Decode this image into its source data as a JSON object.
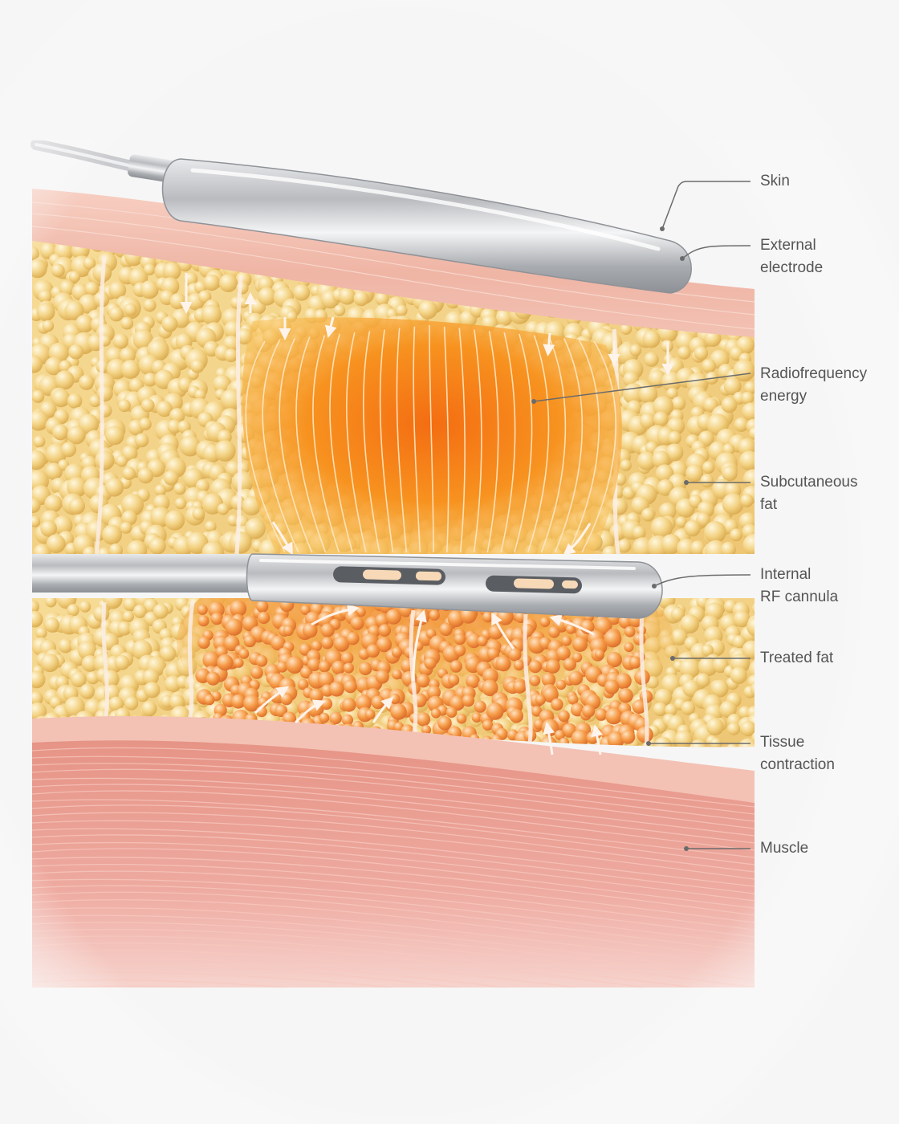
{
  "colors": {
    "background": "#f6f6f6",
    "skin": "#f0b6a6",
    "fat": "#f3d68a",
    "rf_energy": "#f7871c",
    "muscle": "#e59a8e",
    "metal": "#c4c6c9",
    "label_text": "#555555",
    "leader_line": "#6b6b6b"
  },
  "labels": [
    {
      "id": "skin",
      "lines": [
        "Skin"
      ]
    },
    {
      "id": "external-electrode",
      "lines": [
        "External",
        "electrode"
      ]
    },
    {
      "id": "radiofrequency-energy",
      "lines": [
        "Radiofrequency",
        "energy"
      ]
    },
    {
      "id": "subcutaneous-fat",
      "lines": [
        "Subcutaneous",
        "fat"
      ]
    },
    {
      "id": "internal-rf-cannula",
      "lines": [
        "Internal",
        "RF cannula"
      ]
    },
    {
      "id": "treated-fat",
      "lines": [
        "Treated fat"
      ]
    },
    {
      "id": "tissue-contraction",
      "lines": [
        "Tissue",
        "contraction"
      ]
    },
    {
      "id": "muscle",
      "lines": [
        "Muscle"
      ]
    }
  ]
}
